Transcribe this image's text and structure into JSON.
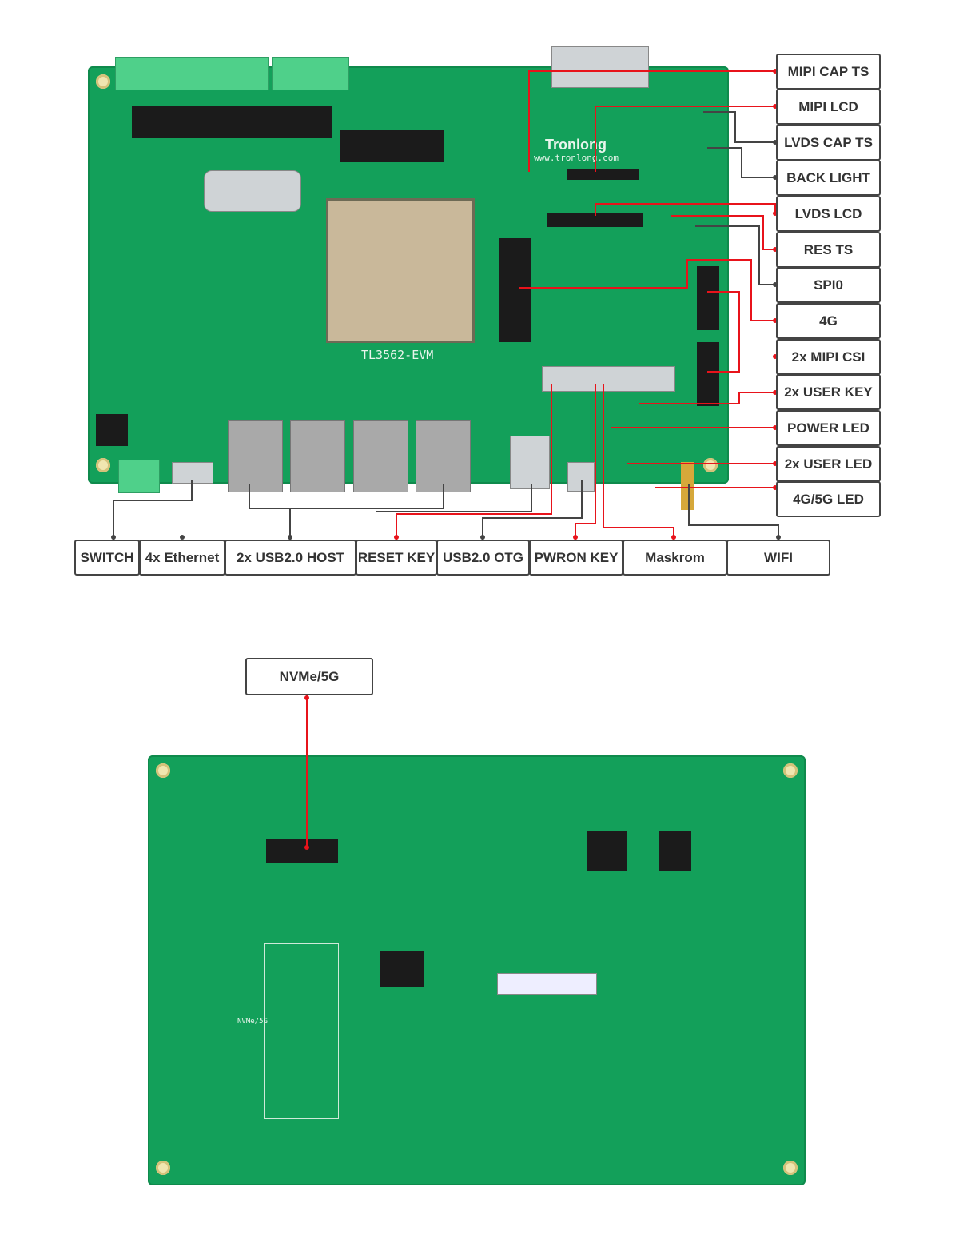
{
  "top_board": {
    "model": "TL3562-EVM",
    "brand": "Tronlong",
    "website": "www.tronlong.com"
  },
  "right_labels": [
    "MIPI CAP TS",
    "MIPI LCD",
    "LVDS CAP TS",
    "BACK LIGHT",
    "LVDS LCD",
    "RES TS",
    "SPI0",
    "4G",
    "2x MIPI CSI",
    "2x USER KEY",
    "POWER LED",
    "2x USER LED",
    "4G/5G LED"
  ],
  "bottom_labels": [
    "SWITCH",
    "4x Ethernet",
    "2x USB2.0 HOST",
    "RESET KEY",
    "USB2.0 OTG",
    "PWRON KEY",
    "Maskrom",
    "WIFI"
  ],
  "bottom_board": {
    "label": "NVMe/5G"
  },
  "colors": {
    "board": "#13a05a",
    "red_line": "#e8131b",
    "gray_line": "#444444"
  }
}
